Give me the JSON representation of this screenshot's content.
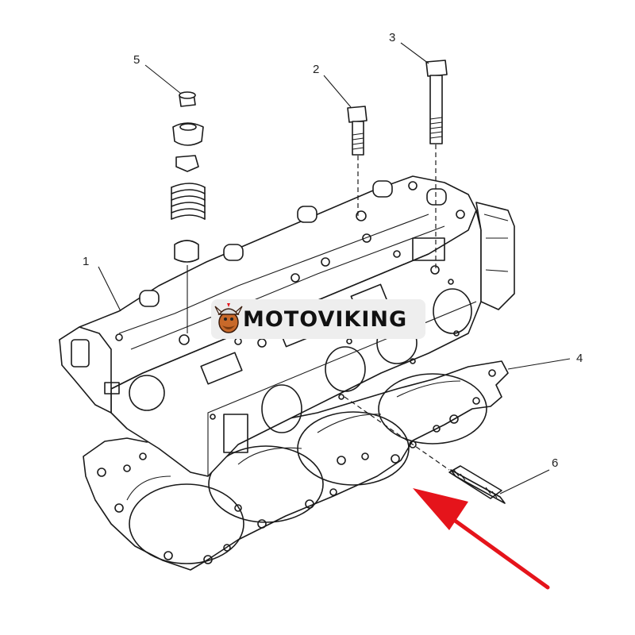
{
  "brand": {
    "name": "MOTOVIKING"
  },
  "callouts": [
    "1",
    "2",
    "3",
    "4",
    "5",
    "6"
  ],
  "colors": {
    "arrow": "#e5141b",
    "line": "#1a1a1a",
    "watermark_bg": "#eeeeee"
  },
  "icons": {
    "logo": "viking-mascot-icon"
  }
}
